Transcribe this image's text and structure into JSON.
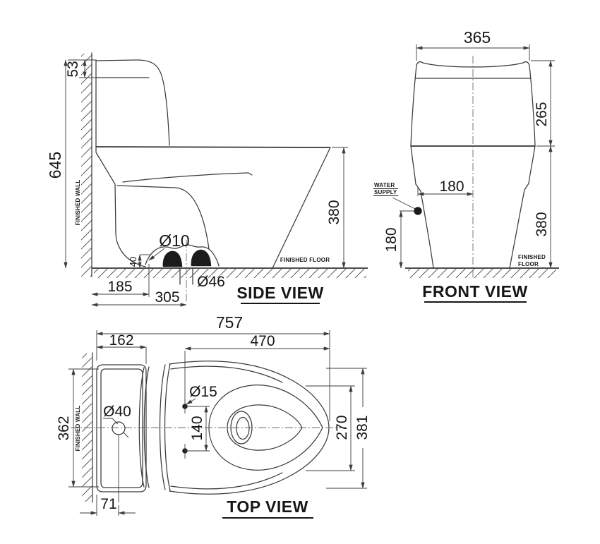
{
  "colors": {
    "line": "#3a3a3a",
    "dimension": "#3c3c3c",
    "text": "#161616",
    "background": "#ffffff"
  },
  "side_view": {
    "title": "SIDE VIEW",
    "finished_wall": "FINISHED WALL",
    "finished_floor": "FINISHED FLOOR",
    "dims": {
      "tank_lid_height": "53",
      "total_height": "645",
      "seat_height": "380",
      "bolt_diameter": "Ø10",
      "bolt_height": "40",
      "bolt_from_wall": "185",
      "outlet_from_wall": "305",
      "outlet_diameter": "Ø46"
    }
  },
  "front_view": {
    "title": "FRONT VIEW",
    "water_supply_line1": "WATER",
    "water_supply_line2": "SUPPLY",
    "finished_floor_line1": "FINISHED",
    "finished_floor_line2": "FLOOR",
    "dims": {
      "tank_width": "365",
      "tank_height": "265",
      "supply_offset": "180",
      "supply_height": "180",
      "bowl_height": "380"
    }
  },
  "top_view": {
    "title": "TOP VIEW",
    "finished_wall": "FINISHED WALL",
    "dims": {
      "total_length": "757",
      "tank_depth": "162",
      "seat_length": "470",
      "seat_bolt_diameter": "Ø15",
      "button_diameter": "Ø40",
      "bolt_spacing": "140",
      "seat_width": "270",
      "bowl_width": "381",
      "tank_width": "362",
      "button_from_wall": "71"
    }
  }
}
